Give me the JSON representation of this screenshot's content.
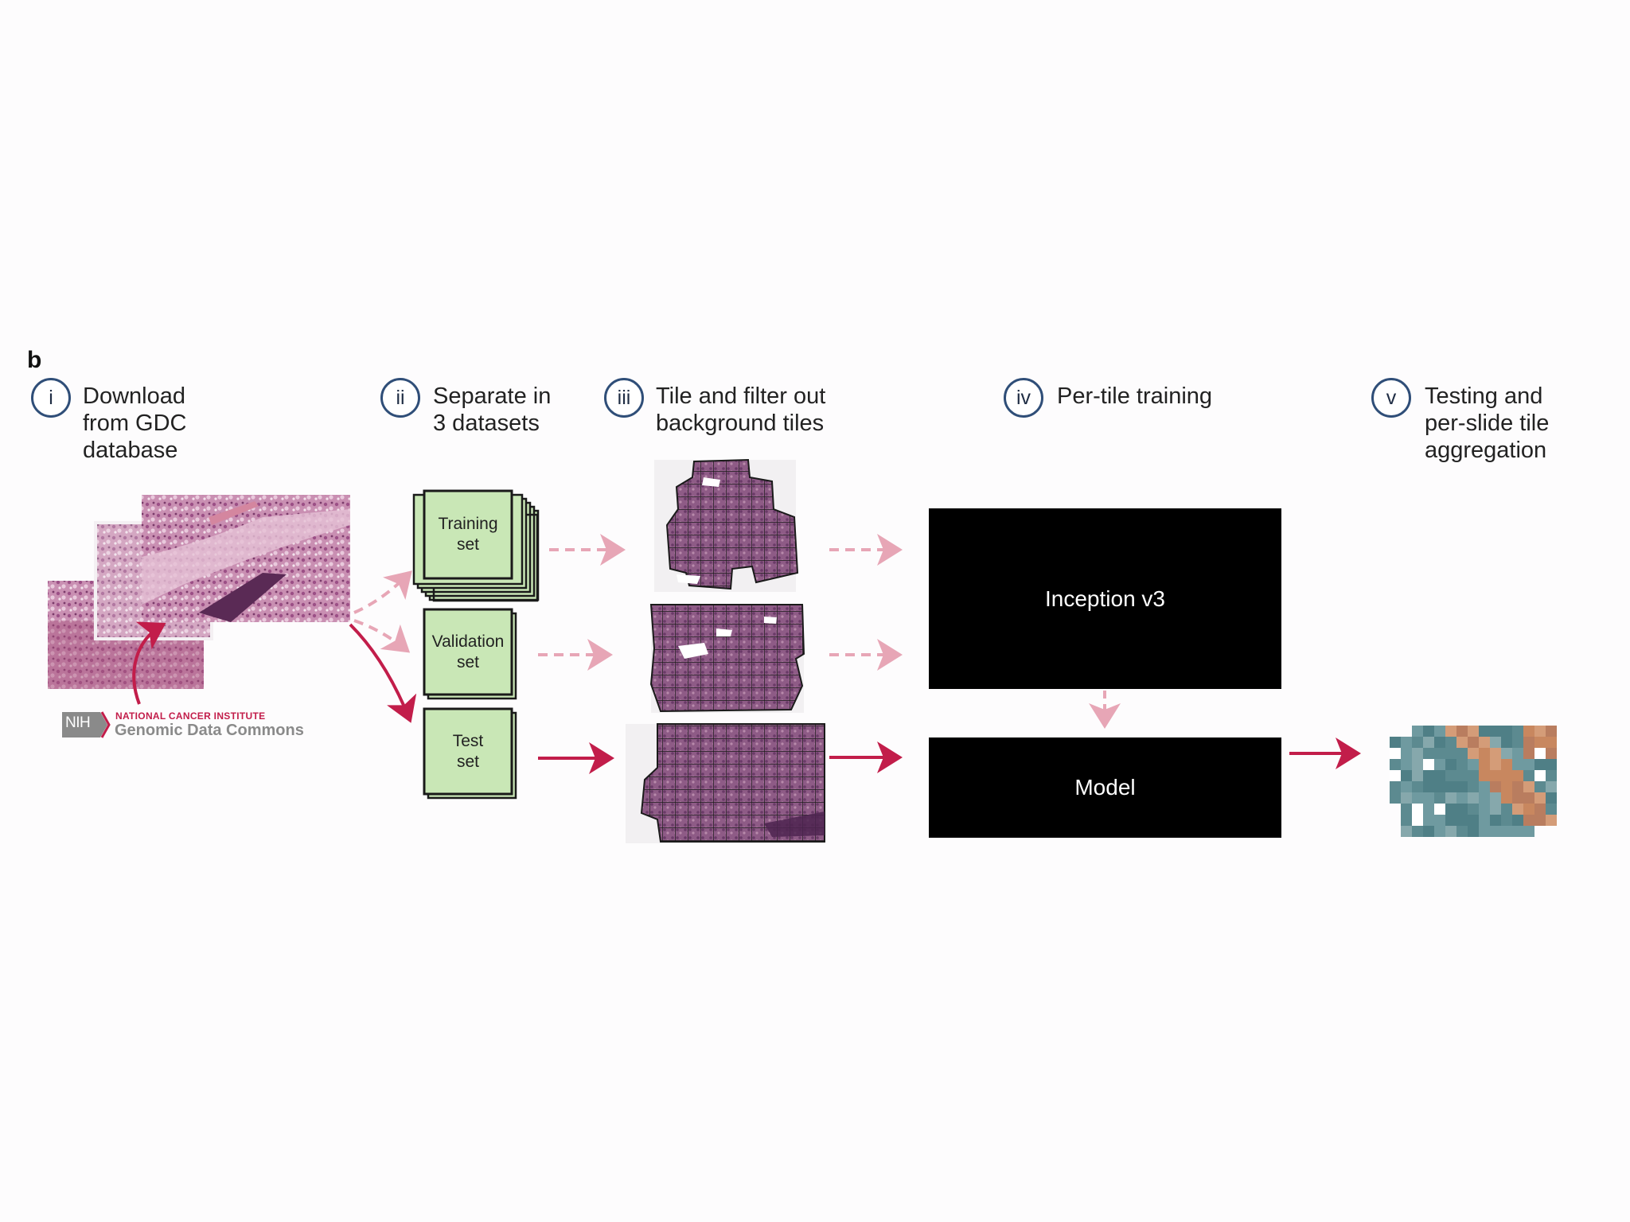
{
  "figure": {
    "panel_letter": "b",
    "colors": {
      "step_circle_border": "#2f4e78",
      "dataset_box_fill": "#c9e7b6",
      "arrow_light": "#e7a6b6",
      "arrow_dark": "#c21d4a",
      "network_block": "#000000",
      "nci_red": "#c21d4a",
      "nih_gray": "#8a8a8a"
    }
  },
  "steps": [
    {
      "numeral": "i",
      "lines": [
        "Download",
        "from GDC",
        "database"
      ]
    },
    {
      "numeral": "ii",
      "lines": [
        "Separate in",
        "3 datasets"
      ]
    },
    {
      "numeral": "iii",
      "lines": [
        "Tile and filter out",
        "background tiles"
      ]
    },
    {
      "numeral": "iv",
      "lines": [
        "Per-tile training"
      ]
    },
    {
      "numeral": "v",
      "lines": [
        "Testing and",
        "per-slide tile",
        "aggregation"
      ]
    }
  ],
  "source_logo": {
    "nih": "NIH",
    "institute": "NATIONAL CANCER INSTITUTE",
    "product": "Genomic Data Commons"
  },
  "datasets": [
    {
      "lines": [
        "Training",
        "set"
      ]
    },
    {
      "lines": [
        "Validation",
        "set"
      ]
    },
    {
      "lines": [
        "Test",
        "set"
      ]
    }
  ],
  "network": {
    "model_block": "Inception v3",
    "trained_block": "Model"
  },
  "icons": {
    "slides": "he-stained-slide-image",
    "tiled_slide": "tiled-slide-grid",
    "heatmap": "per-tile-prediction-heatmap"
  }
}
